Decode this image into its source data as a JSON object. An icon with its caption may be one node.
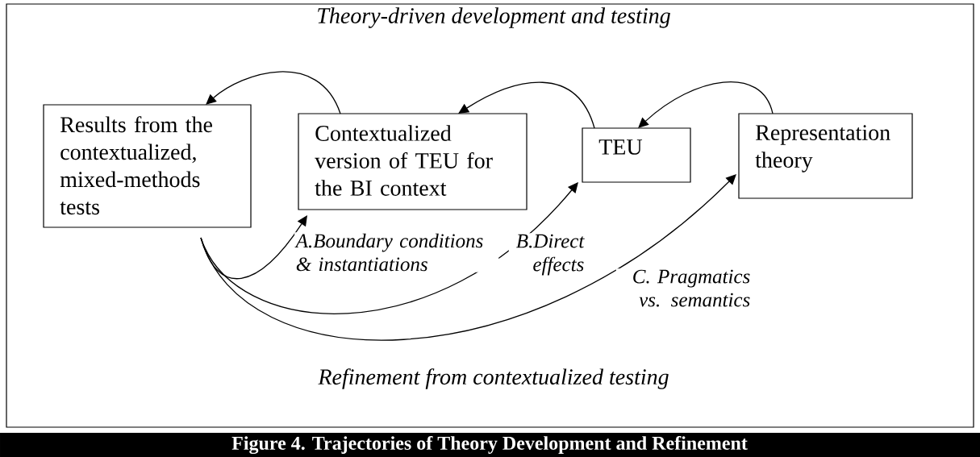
{
  "diagram": {
    "caption": "Figure 4. Trajectories of Theory Development and Refinement",
    "nodes": [
      {
        "text": [
          "Results from the contextualized, mixed-methods tests"
        ]
      },
      {
        "text": [
          "Contextualized version of TEU for the BI context"
        ]
      },
      {
        "text": [
          "TEU"
        ]
      },
      {
        "text": [
          "Representation theory"
        ]
      }
    ],
    "edges": [
      {
        "from": 1,
        "to": 0,
        "arrow": "to"
      },
      {
        "from": 2,
        "to": 1,
        "arrow": "to"
      },
      {
        "from": 3,
        "to": 2,
        "arrow": "to"
      },
      {
        "from": 0,
        "to": 1,
        "arrow": "to",
        "label": "A.Boundary conditions & instantiations"
      },
      {
        "from": 0,
        "to": 2,
        "arrow": "to",
        "label": "B.Direct effects"
      },
      {
        "from": 0,
        "to": 3,
        "arrow": "to",
        "label": "C. Pragmatics vs. semantics"
      }
    ],
    "labels": [
      "Theory-driven development and testing",
      "Refinement from contextualized testing"
    ]
  }
}
